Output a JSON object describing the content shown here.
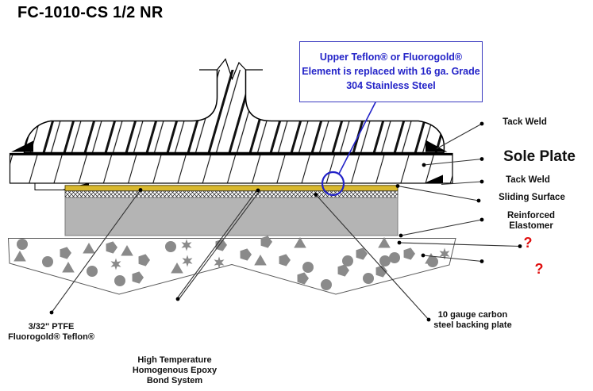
{
  "title": "FC-1010-CS 1/2 NR",
  "callout": {
    "line1": "Upper Teflon® or Fluorogold®",
    "line2": "Element is replaced with 16 ga.",
    "line3": "Grade 304 Stainless Steel"
  },
  "labels": {
    "tack_weld_top": "Tack Weld",
    "sole_plate": "Sole Plate",
    "tack_weld_bottom": "Tack Weld",
    "sliding_surface": "Sliding Surface",
    "reinforced_elastomer_line1": "Reinforced",
    "reinforced_elastomer_line2": "Elastomer",
    "question_mark_top": "?",
    "question_mark_bottom": "?",
    "backing_plate_line1": "10 gauge carbon",
    "backing_plate_line2": "steel backing plate",
    "ptfe_line1": "3/32\" PTFE",
    "ptfe_line2": "Fluorogold® Teflon®",
    "epoxy_line1": "High Temperature",
    "epoxy_line2": "Homogenous Epoxy",
    "epoxy_line3": "Bond System"
  },
  "colors": {
    "callout_blue": "#2323c8",
    "question_red": "#e01111",
    "ptfe_gold": "#d9b92f",
    "elastomer_gray": "#b4b4b4",
    "aggregate_gray": "#8a8a8a",
    "line_black": "#333333"
  }
}
